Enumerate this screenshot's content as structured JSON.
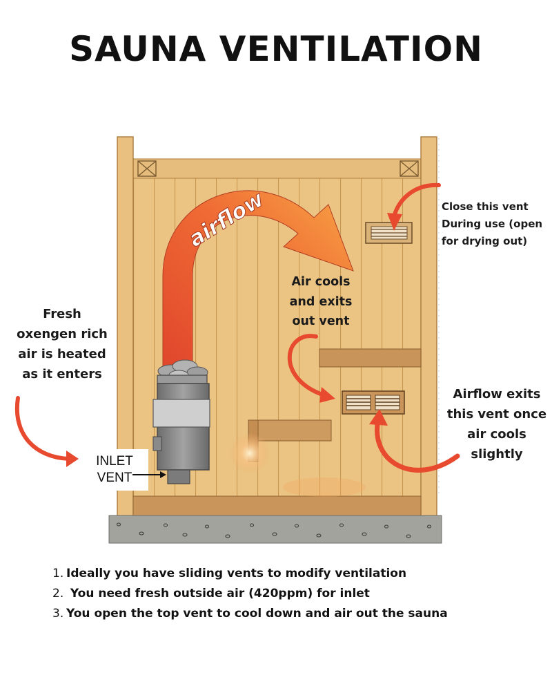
{
  "title": "SAUNA VENTILATION",
  "labels": {
    "airflow": "airflow",
    "fresh_air": [
      "Fresh",
      "oxengen rich",
      "air is heated",
      "as it enters"
    ],
    "close_vent": [
      "Close this vent",
      "During use (open",
      "for drying out)"
    ],
    "air_cools": [
      "Air cools",
      "and exits",
      "out vent"
    ],
    "airflow_exits": [
      "Airflow exits",
      "this vent once",
      "air cools",
      "slightly"
    ],
    "inlet_vent": [
      "INLET",
      "VENT"
    ]
  },
  "notes": [
    {
      "number": "1.",
      "text": "Ideally you have sliding vents to modify ventilation"
    },
    {
      "number": "2.",
      "text": " You need fresh outside air (420ppm) for inlet"
    },
    {
      "number": "3.",
      "text": "You open the top vent to cool down and air out the sauna"
    }
  ],
  "colors": {
    "wood": "#e9c17f",
    "wood_dark": "#c99650",
    "arrow_red": "#e84a2f",
    "arrow_orange": "#f5903a",
    "stove": "#8a8a8a",
    "foundation": "#9a9a94"
  },
  "icons": {
    "airflow_arrow": "curved-arrow",
    "pointer_arrows": "curved-arrow"
  }
}
